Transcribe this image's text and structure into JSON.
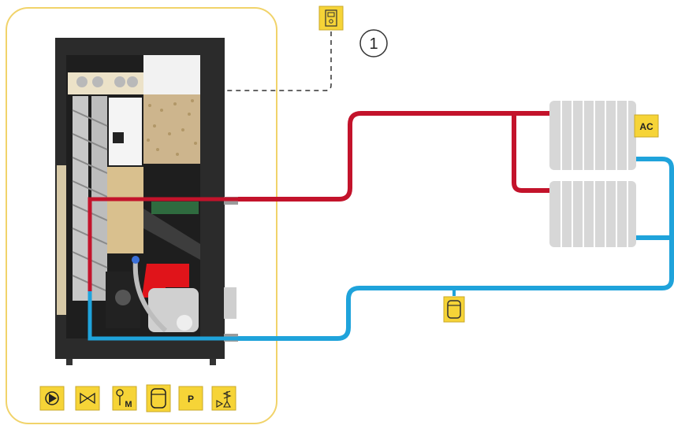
{
  "callout_number": "1",
  "radiator_label": "AC",
  "pellets_label": "",
  "legend_icons": [
    {
      "name": "pump-icon"
    },
    {
      "name": "valve-icon"
    },
    {
      "name": "thermometer-mixer-icon",
      "text": "M"
    },
    {
      "name": "expansion-vessel-icon"
    },
    {
      "name": "pressure-icon",
      "text": "P"
    },
    {
      "name": "safety-valve-icon"
    }
  ],
  "colors": {
    "frame": "#f1d36a",
    "accent": "#f6d437",
    "hot_pipe": "#c3132b",
    "cold_pipe": "#1fa3db",
    "radiator": "#d7d7d7",
    "boiler_body": "#2a2a2a"
  }
}
